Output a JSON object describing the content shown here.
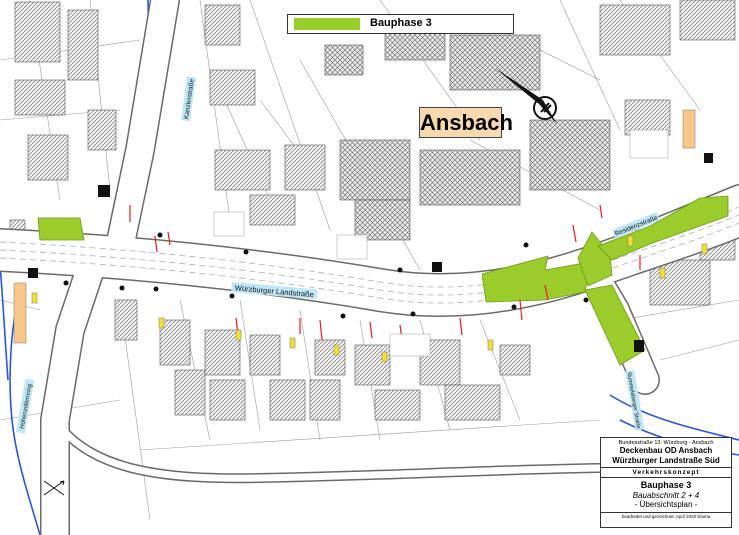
{
  "legend": {
    "label": "Bauphase 3",
    "color": "#9ccc2c"
  },
  "city_label": "Ansbach",
  "streets": {
    "main": "Würzburger Landstraße",
    "kanzlerstrasse": "Kanzlerstraße",
    "residenzstrasse": "Residenzstraße",
    "left_vertical": "Hohenzollernring",
    "right_vertical": "Rummelsberger Straße"
  },
  "title_block": {
    "line1": "Bundesstraße 13: Würzburg - Ansbach",
    "line2": "Deckenbau OD Ansbach",
    "line3": "Würzburger Landstraße Süd",
    "line4": "Verkehrskonzept",
    "line5": "Bauphase 3",
    "line6": "Bauabschnitt 2 + 4",
    "line7": "- Übersichtsplan -",
    "line8": "bearbeitet und gezeichnet: April 2020   Klama"
  },
  "icons": [
    "north-arrow-icon",
    "compass-icon",
    "traffic-signal-icon"
  ]
}
